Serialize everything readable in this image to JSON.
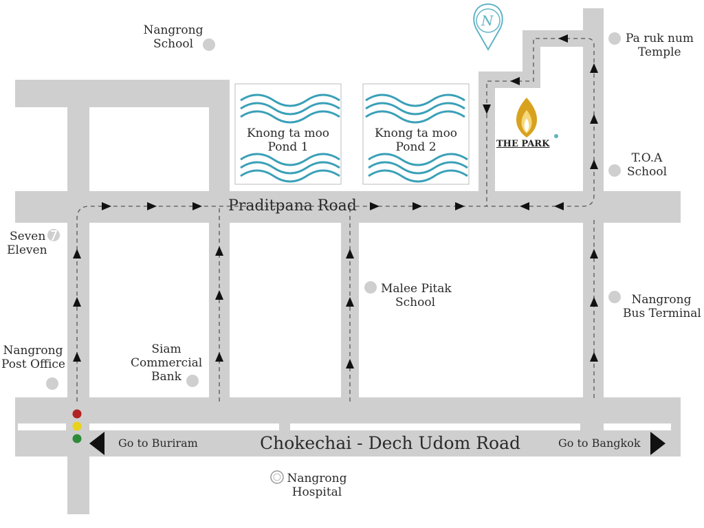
{
  "colors": {
    "road": "#cfcfcf",
    "road_dark": "#c4c4c4",
    "route_line": "#555555",
    "pond_blue": "#3aa0b8",
    "brand_gold": "#d8a21f",
    "signal_red": "#b22222",
    "signal_yellow": "#e8d21a",
    "signal_green": "#2e8b3a",
    "text": "#2a2a2a"
  },
  "roads": {
    "praditpana": "Praditpana Road",
    "chokechai": "Chokechai - Dech Udom Road",
    "go_buriram": "Go to Buriram",
    "go_bangkok": "Go to Bangkok"
  },
  "ponds": [
    {
      "line1": "Knong ta moo",
      "line2": "Pond 1"
    },
    {
      "line1": "Knong ta moo",
      "line2": "Pond 2"
    }
  ],
  "places": {
    "nangrong_school": [
      "Nangrong",
      "School"
    ],
    "paruknum_temple": [
      "Pa ruk num",
      "Temple"
    ],
    "toa_school": [
      "T.O.A",
      "School"
    ],
    "seven_eleven": [
      "Seven",
      "Eleven"
    ],
    "malee_pitak": [
      "Malee Pitak",
      "School"
    ],
    "bus_terminal": [
      "Nangrong",
      "Bus Terminal"
    ],
    "post_office": [
      "Nangrong",
      "Post Office"
    ],
    "siam_bank": [
      "Siam",
      "Commercial",
      "Bank"
    ],
    "hospital": [
      "Nangrong",
      "Hospital"
    ]
  },
  "hotel": {
    "name": "THE PARK",
    "pin_letter": "N",
    "icons": [
      "location-pin-icon",
      "flame-logo-icon"
    ]
  },
  "icons": [
    "place-dot-icon",
    "hospital-icon",
    "seven-eleven-icon",
    "traffic-light-icon",
    "arrow-left-icon",
    "arrow-right-icon",
    "direction-arrow-icon"
  ]
}
